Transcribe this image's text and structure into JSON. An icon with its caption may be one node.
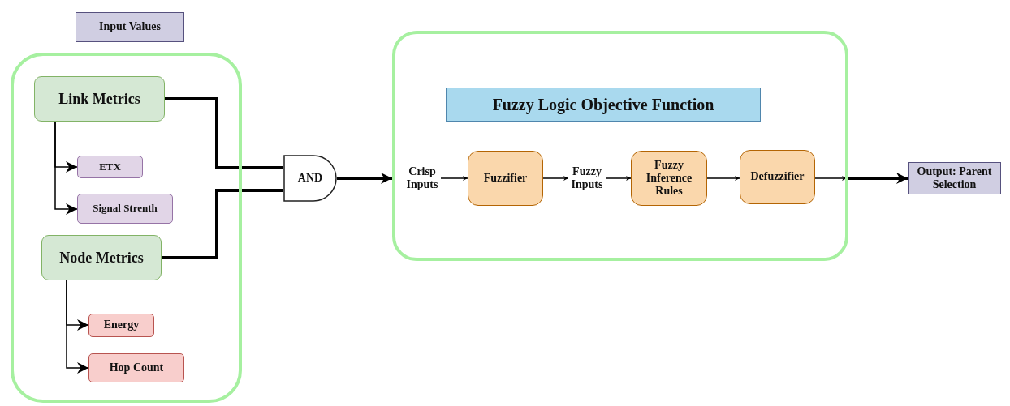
{
  "diagram": {
    "nodes": [
      {
        "text": [
          "Input Values"
        ]
      },
      {
        "text": [],
        "shape": "box"
      },
      {
        "text": [
          "Link Metrics"
        ],
        "in": 1
      },
      {
        "text": [
          "ETX"
        ],
        "in": 1
      },
      {
        "text": [
          "Signal Strenth"
        ],
        "in": 1
      },
      {
        "text": [
          "Node Metrics"
        ],
        "in": 1
      },
      {
        "text": [
          "Energy"
        ],
        "in": 1
      },
      {
        "text": [
          "Hop Count"
        ],
        "in": 1
      },
      {
        "text": [
          "AND"
        ]
      },
      {
        "text": [],
        "shape": "box"
      },
      {
        "text": [
          "Fuzzy Logic Objective Function"
        ],
        "in": 9
      },
      {
        "text": [
          "Crisp Inputs"
        ],
        "in": 9
      },
      {
        "text": [
          "Fuzzifier"
        ],
        "in": 9
      },
      {
        "text": [
          "Fuzzy Inputs"
        ],
        "in": 9
      },
      {
        "text": [
          "Fuzzy Inference Rules"
        ],
        "in": 9
      },
      {
        "text": [
          "Defuzzifier"
        ],
        "in": 9
      },
      {
        "text": [
          "Output: Parent Selection"
        ]
      }
    ],
    "edges": [
      {
        "from": 2,
        "to": 3,
        "arrow": "to"
      },
      {
        "from": 2,
        "to": 4,
        "arrow": "to"
      },
      {
        "from": 5,
        "to": 6,
        "arrow": "to"
      },
      {
        "from": 5,
        "to": 7,
        "arrow": "to"
      },
      {
        "from": 2,
        "to": 8,
        "arrow": "none",
        "style": "thick"
      },
      {
        "from": 5,
        "to": 8,
        "arrow": "none",
        "style": "thick"
      },
      {
        "from": 8,
        "to": 9,
        "arrow": "to",
        "style": "thick"
      },
      {
        "from": 11,
        "to": 12,
        "arrow": "to"
      },
      {
        "from": 12,
        "to": 13,
        "arrow": "to"
      },
      {
        "from": 13,
        "to": 14,
        "arrow": "to"
      },
      {
        "from": 14,
        "to": 15,
        "arrow": "to"
      },
      {
        "from": 15,
        "to": 9,
        "arrow": "to"
      },
      {
        "from": 9,
        "to": 16,
        "arrow": "to",
        "style": "thick"
      }
    ]
  }
}
